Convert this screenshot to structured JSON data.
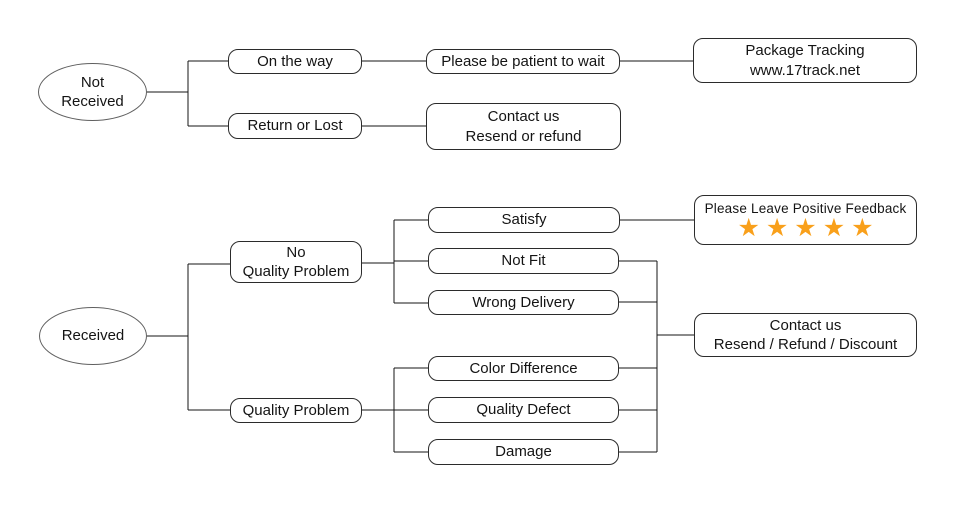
{
  "nodes": {
    "not_received": {
      "label": "Not\nReceived"
    },
    "on_the_way": {
      "label": "On the way"
    },
    "please_wait": {
      "label": "Please be patient to wait"
    },
    "package_tracking": {
      "label": "Package Tracking\nwww.17track.net"
    },
    "return_or_lost": {
      "label": "Return or Lost"
    },
    "contact_resend_refund": {
      "label": "Contact us\nResend or refund"
    },
    "received": {
      "label": "Received"
    },
    "no_quality_problem": {
      "label": "No\nQuality Problem"
    },
    "satisfy": {
      "label": "Satisfy"
    },
    "not_fit": {
      "label": "Not Fit"
    },
    "wrong_delivery": {
      "label": "Wrong Delivery"
    },
    "feedback": {
      "label": "Please Leave Positive Feedback",
      "stars": "★★★★★",
      "star_count": 5
    },
    "quality_problem": {
      "label": "Quality Problem"
    },
    "color_difference": {
      "label": "Color Difference"
    },
    "quality_defect": {
      "label": "Quality Defect"
    },
    "damage": {
      "label": "Damage"
    },
    "contact_resolution": {
      "label": "Contact us\nResend / Refund / Discount"
    }
  },
  "colors": {
    "star": "#F9A01B",
    "box_border": "#2b2b2b",
    "ellipse_border": "#606060",
    "line": "#141414",
    "background": "#ffffff"
  }
}
